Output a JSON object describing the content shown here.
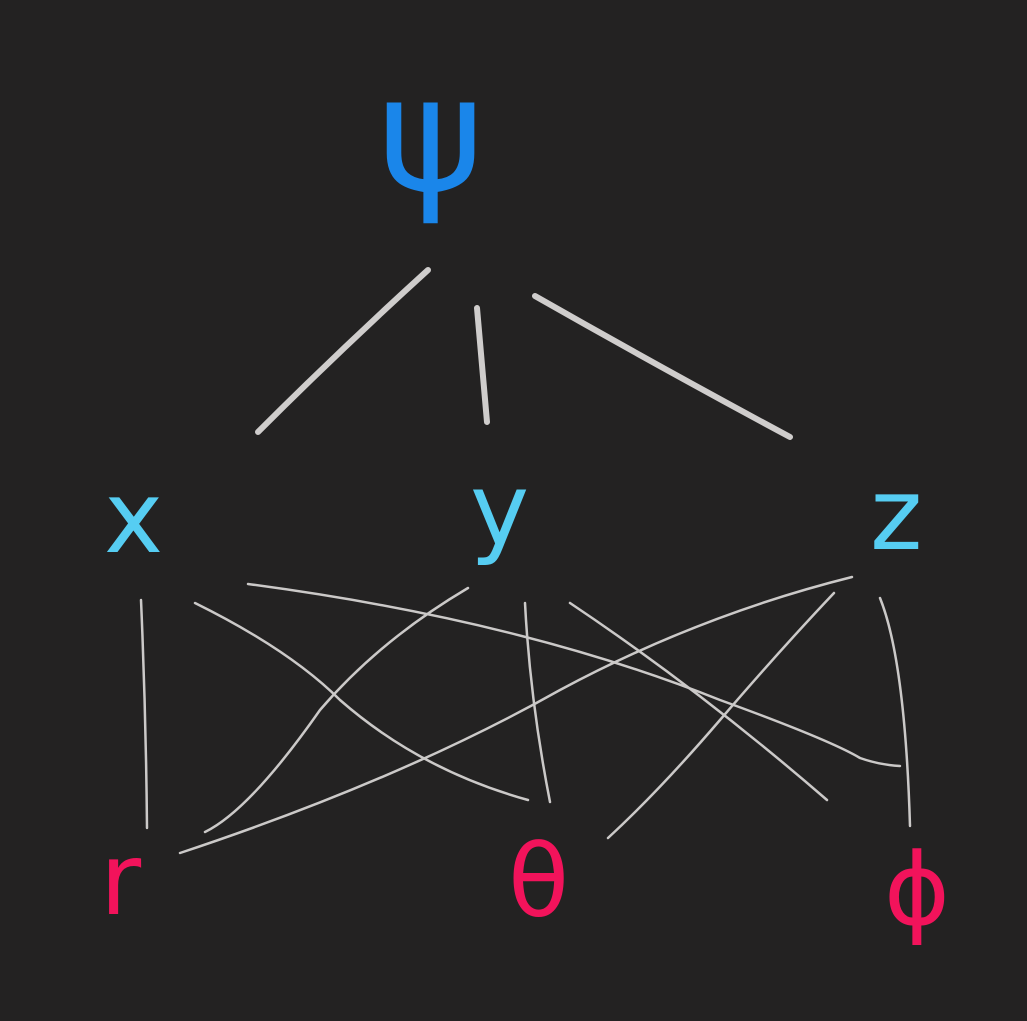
{
  "diagram": {
    "root": {
      "id": "psi",
      "label": "ψ",
      "color": "#1a86ea"
    },
    "intermediate": [
      {
        "id": "x",
        "label": "x",
        "color": "#56cdf2"
      },
      {
        "id": "y",
        "label": "y",
        "color": "#56cdf2"
      },
      {
        "id": "z",
        "label": "z",
        "color": "#56cdf2"
      }
    ],
    "leaves": [
      {
        "id": "r",
        "label": "r",
        "color": "#f2135b"
      },
      {
        "id": "theta",
        "label": "θ",
        "color": "#f2135b"
      },
      {
        "id": "phi",
        "label": "ϕ",
        "color": "#f2135b"
      }
    ],
    "edges": [
      [
        "psi",
        "x"
      ],
      [
        "psi",
        "y"
      ],
      [
        "psi",
        "z"
      ],
      [
        "x",
        "r"
      ],
      [
        "x",
        "theta"
      ],
      [
        "x",
        "phi"
      ],
      [
        "y",
        "r"
      ],
      [
        "y",
        "theta"
      ],
      [
        "y",
        "phi"
      ],
      [
        "z",
        "r"
      ],
      [
        "z",
        "theta"
      ],
      [
        "z",
        "phi"
      ]
    ],
    "background": "#232222",
    "edge_color": "#cfcdcc"
  }
}
